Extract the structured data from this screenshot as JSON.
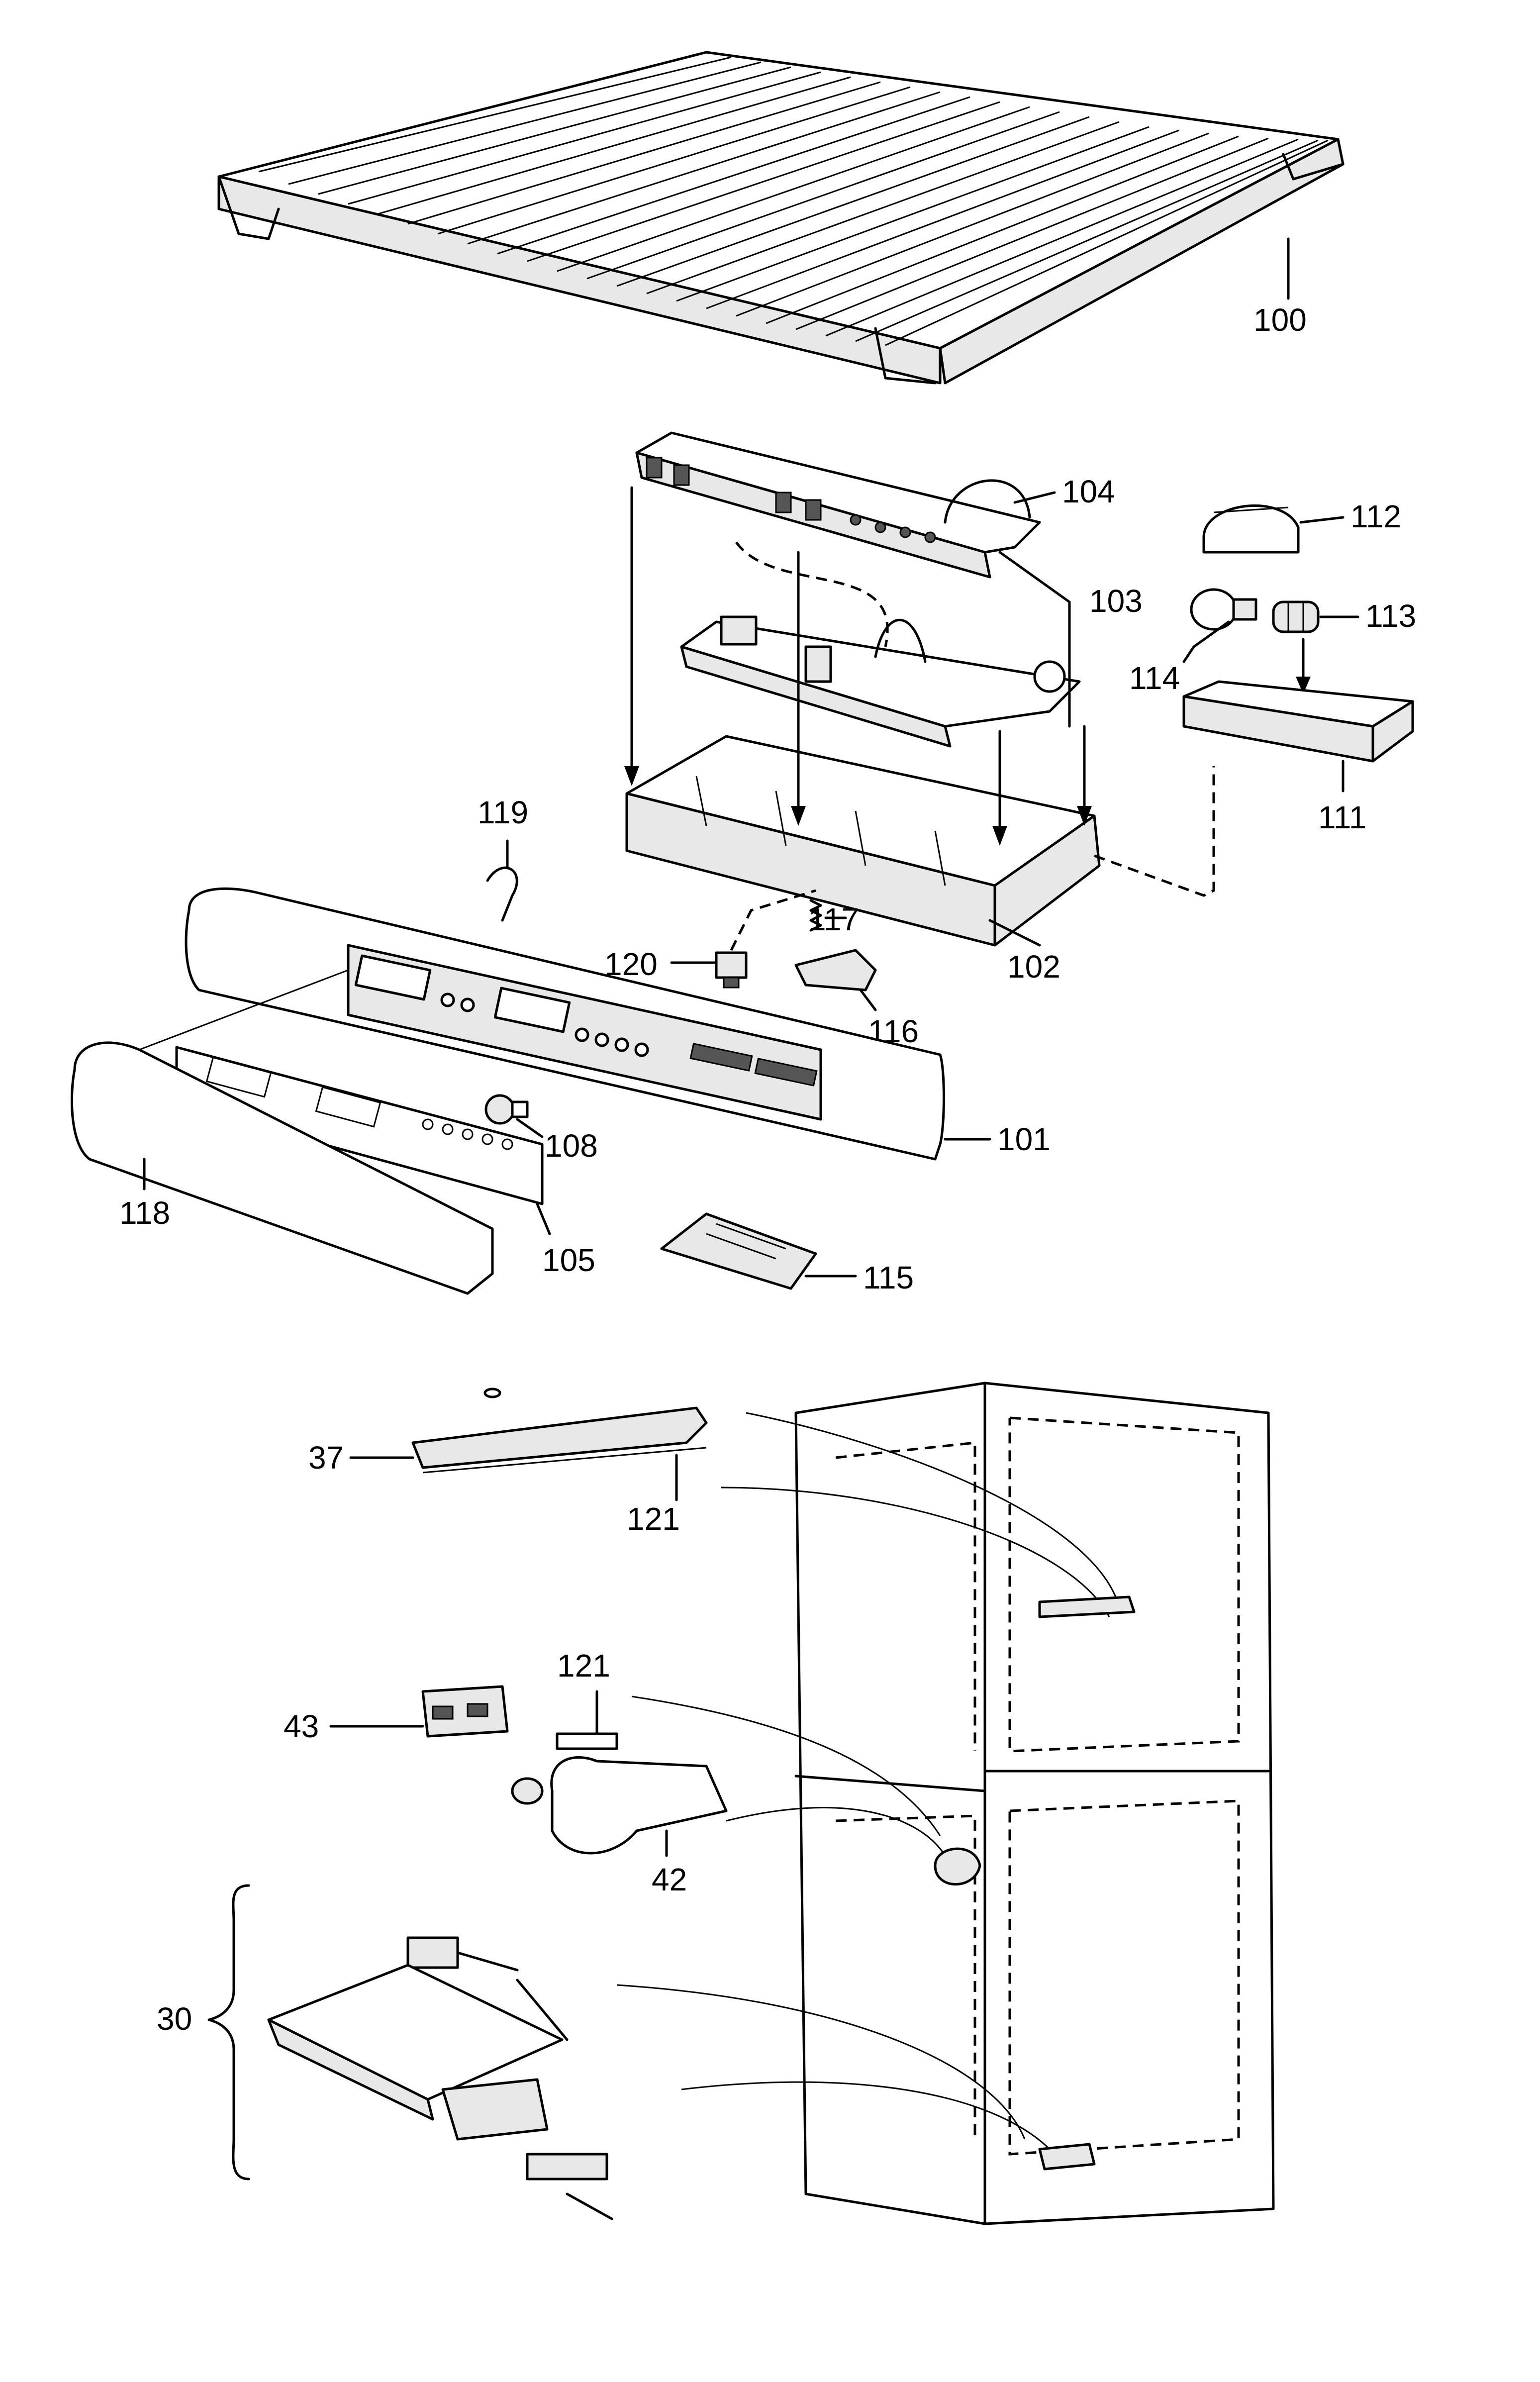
{
  "labels": {
    "p100": "100",
    "p104": "104",
    "p103": "103",
    "p112": "112",
    "p113": "113",
    "p114": "114",
    "p111": "111",
    "p119": "119",
    "p117": "117",
    "p120": "120",
    "p102": "102",
    "p116": "116",
    "p108": "108",
    "p101": "101",
    "p118": "118",
    "p105": "105",
    "p115": "115",
    "p37": "37",
    "p121a": "121",
    "p121b": "121",
    "p43": "43",
    "p42": "42",
    "p30": "30"
  }
}
